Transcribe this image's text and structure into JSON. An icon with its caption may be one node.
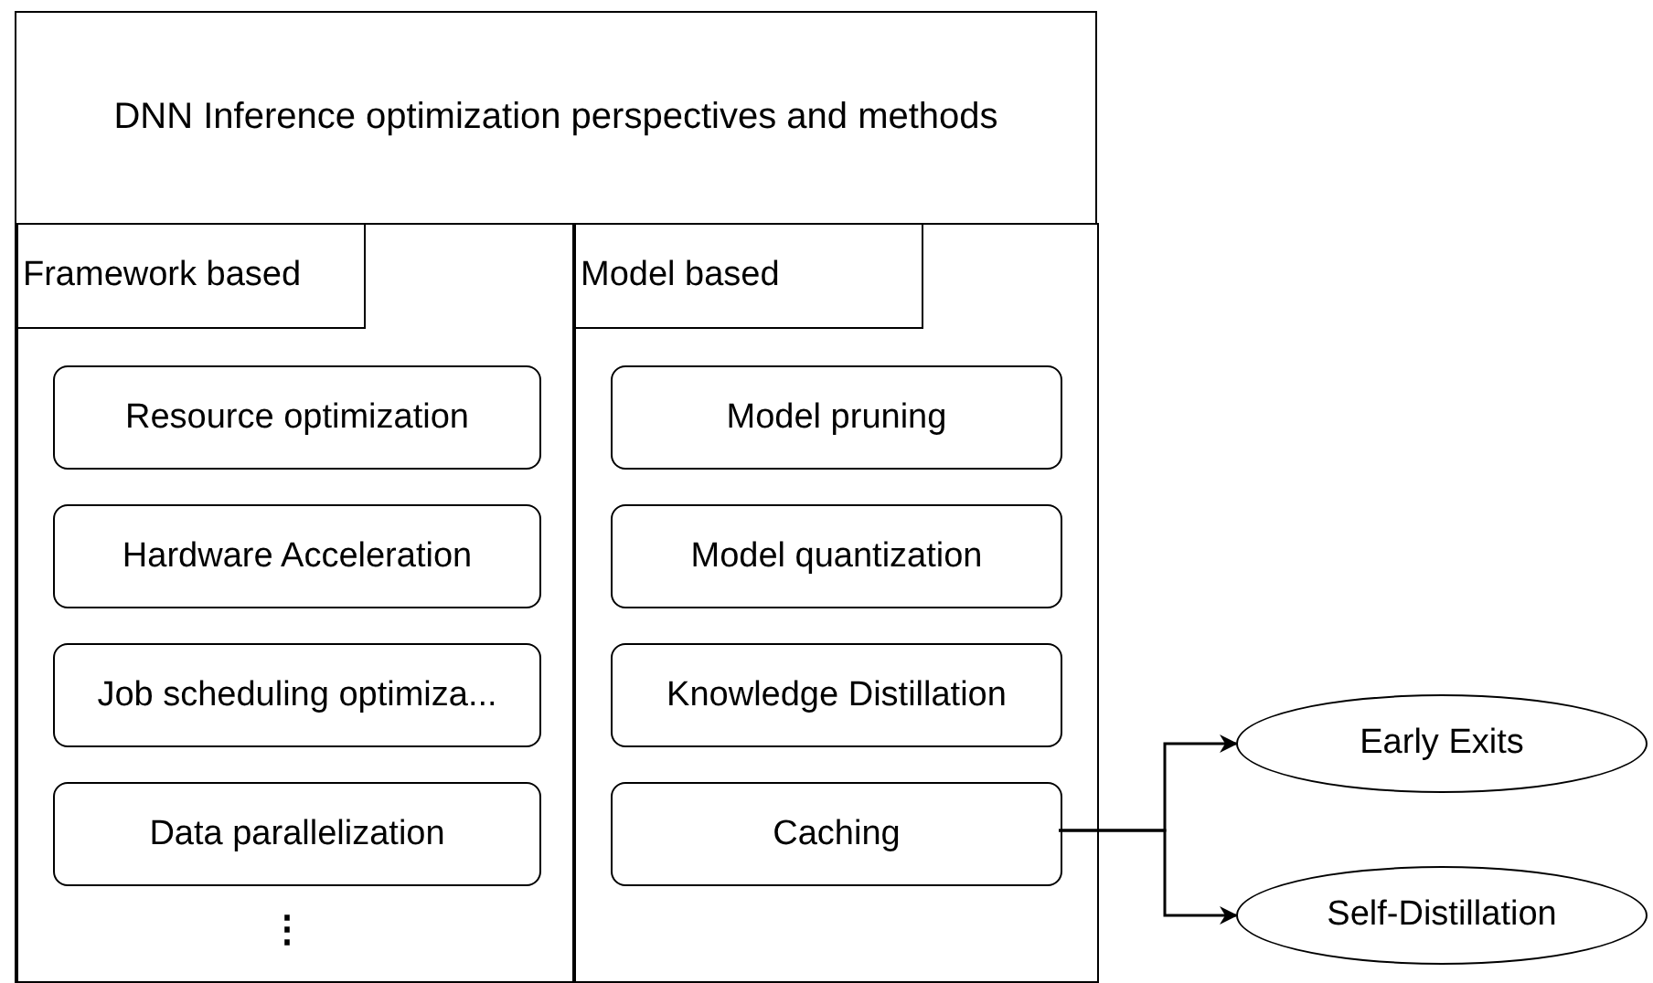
{
  "diagram": {
    "nodes": [
      {
        "text": [
          "DNN Inference optimization perspectives and methods"
        ]
      },
      {
        "text": [
          "Framework based"
        ],
        "in": 0
      },
      {
        "text": [
          "Model based"
        ],
        "in": 0
      },
      {
        "text": [
          "Resource optimization"
        ],
        "in": 1
      },
      {
        "text": [
          "Hardware Acceleration"
        ],
        "in": 1
      },
      {
        "text": [
          "Job scheduling optimiza..."
        ],
        "in": 1
      },
      {
        "text": [
          "Data parallelization"
        ],
        "in": 1
      },
      {
        "text": [
          "Model pruning"
        ],
        "in": 2
      },
      {
        "text": [
          "Model quantization"
        ],
        "in": 2
      },
      {
        "text": [
          "Knowledge Distillation"
        ],
        "in": 2
      },
      {
        "text": [
          "Caching"
        ],
        "in": 2
      },
      {
        "text": [
          "Early Exits"
        ]
      },
      {
        "text": [
          "Self-Distillation"
        ]
      }
    ],
    "edges": [
      {
        "from": 10,
        "to": 11,
        "arrow": "to"
      },
      {
        "from": 10,
        "to": 12,
        "arrow": "to"
      }
    ],
    "labels": [
      "⋮"
    ]
  }
}
